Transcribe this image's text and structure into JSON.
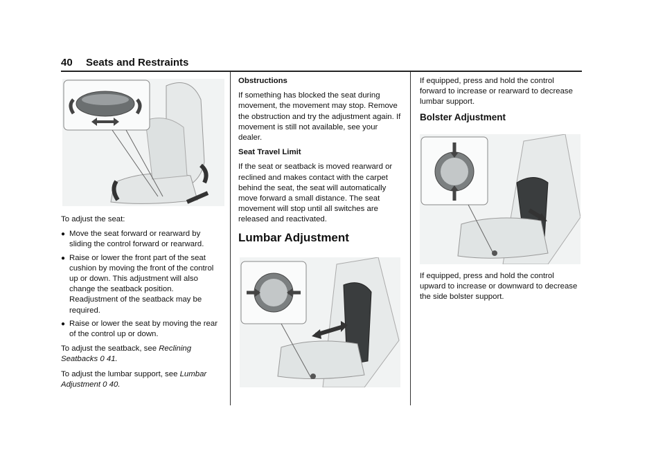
{
  "header": {
    "page_number": "40",
    "section_title": "Seats and Restraints"
  },
  "col1": {
    "intro": "To adjust the seat:",
    "bullets": [
      "Move the seat forward or rearward by sliding the control forward or rearward.",
      "Raise or lower the front part of the seat cushion by moving the front of the control up or down. This adjustment will also change the seatback position. Readjustment of the seatback may be required.",
      "Raise or lower the seat by moving the rear of the control up or down."
    ],
    "bullet_glyph": "●",
    "seatback_text": "To adjust the seatback, see ",
    "seatback_link": "Reclining Seatbacks",
    "seatback_ref": "0 41.",
    "lumbar_text": "To adjust the lumbar support, see ",
    "lumbar_link": "Lumbar Adjustment",
    "lumbar_ref": "0 40."
  },
  "col2": {
    "obstructions_heading": "Obstructions",
    "obstructions_text": "If something has blocked the seat during movement, the movement may stop. Remove the obstruction and try the adjustment again. If movement is still not available, see your dealer.",
    "travel_heading": "Seat Travel Limit",
    "travel_text": "If the seat or seatback is moved rearward or reclined and makes contact with the carpet behind the seat, the seat will automatically move forward a small distance. The seat movement will stop until all switches are released and reactivated.",
    "lumbar_heading": "Lumbar Adjustment"
  },
  "col3": {
    "lumbar_text": "If equipped, press and hold the control forward to increase or rearward to decrease lumbar support.",
    "bolster_heading": "Bolster Adjustment",
    "bolster_text": "If equipped, press and hold the control upward to increase or downward to decrease the side bolster support."
  },
  "colors": {
    "rule": "#222222",
    "figure_bg": "#f1f3f3",
    "arrow_fill": "#555555",
    "highlight": "#444444"
  }
}
